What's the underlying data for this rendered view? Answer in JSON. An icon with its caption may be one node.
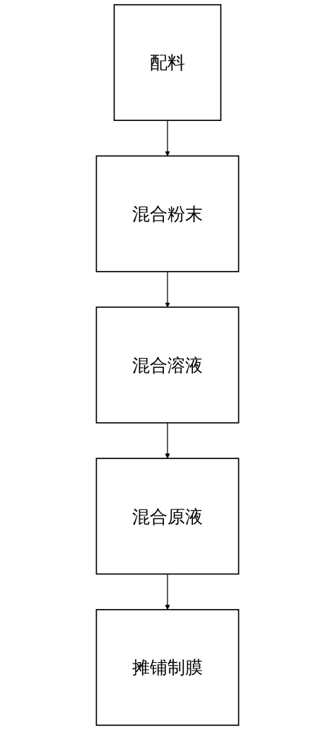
{
  "diagram": {
    "nodes": [
      {
        "text": [
          "配料"
        ]
      },
      {
        "text": [
          "混合粉末"
        ]
      },
      {
        "text": [
          "混合溶液"
        ]
      },
      {
        "text": [
          "混合原液"
        ]
      },
      {
        "text": [
          "摊铺制膜"
        ]
      }
    ],
    "edges": [
      {
        "from": 0,
        "to": 1,
        "arrow": "to"
      },
      {
        "from": 1,
        "to": 2,
        "arrow": "to"
      },
      {
        "from": 2,
        "to": 3,
        "arrow": "to"
      },
      {
        "from": 3,
        "to": 4,
        "arrow": "to"
      }
    ]
  }
}
